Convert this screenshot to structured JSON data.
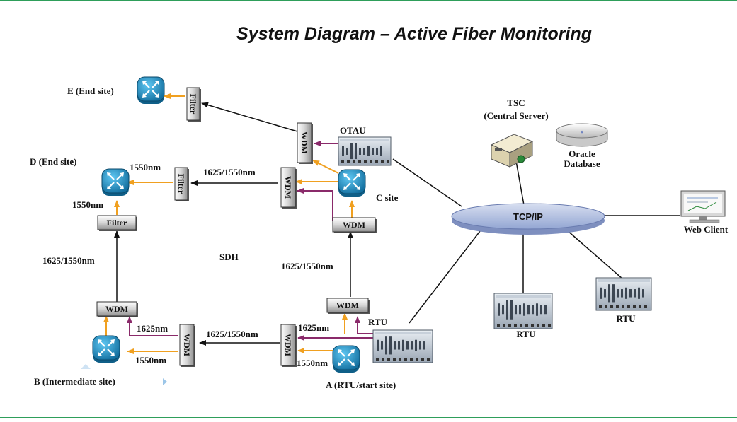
{
  "title": "System Diagram  –  Active Fiber Monitoring",
  "colors": {
    "frame_border": "#2e9e5a",
    "orange_link": "#f0a020",
    "purple_link": "#8a2a6a",
    "black_link": "#111111",
    "router_fill": "#1b9ed6",
    "cloud_fill": "#b9c6e4"
  },
  "sites": {
    "e": "E (End site)",
    "d": "D (End site)",
    "c": "C site",
    "b": "B (Intermediate site)",
    "a": "A (RTU/start site)"
  },
  "components": {
    "filter": "Filter",
    "wdm": "WDM",
    "otau": "OTAU",
    "rtu": "RTU",
    "sdh": "SDH"
  },
  "wavelengths": {
    "w1550": "1550nm",
    "w1625": "1625nm",
    "w1625_1550": "1625/1550nm"
  },
  "network": {
    "tcpip": "TCP/IP",
    "tsc_line1": "TSC",
    "tsc_line2": "(Central Server)",
    "oracle_line1": "Oracle",
    "oracle_line2": "Database",
    "web_client": "Web Client"
  }
}
